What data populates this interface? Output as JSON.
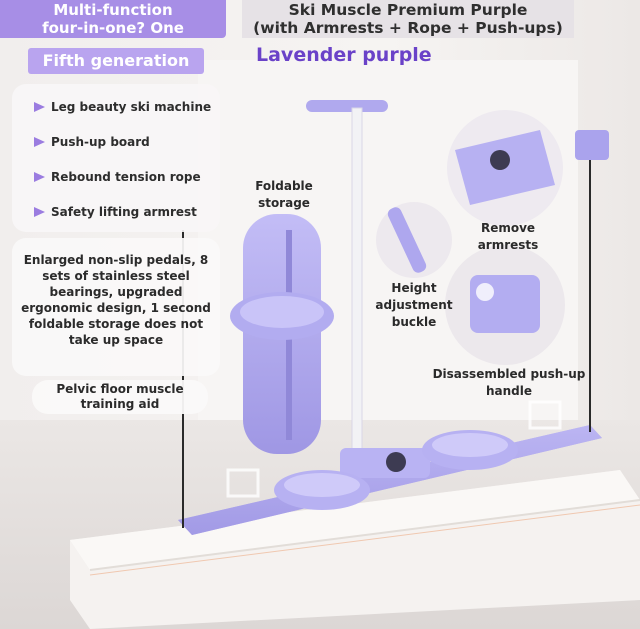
{
  "banners": {
    "left": [
      "Multi-function",
      "four-in-one? One"
    ],
    "right": [
      "Ski Muscle Premium Purple",
      "(with Armrests + Rope + Push-ups)"
    ]
  },
  "generation": "Fifth generation",
  "color_name": "Lavender purple",
  "features": [
    "Leg beauty ski machine",
    "Push-up board",
    "Rebound tension rope",
    "Safety lifting armrest"
  ],
  "description": "Enlarged non-slip pedals, 8 sets of stainless steel bearings, upgraded ergonomic design, 1 second foldable storage does not take up space",
  "pelvic": [
    "Pelvic floor muscle",
    "training aid"
  ],
  "callouts": {
    "foldable": [
      "Foldable",
      "storage"
    ],
    "height": [
      "Height",
      "adjustment",
      "buckle"
    ],
    "armrests": [
      "Remove",
      "armrests"
    ],
    "pushup": [
      "Disassembled push-up",
      "handle"
    ]
  },
  "colors": {
    "accent": "#a78ee6",
    "product": "#b7b0f0",
    "title_purple": "#6a42c8"
  }
}
